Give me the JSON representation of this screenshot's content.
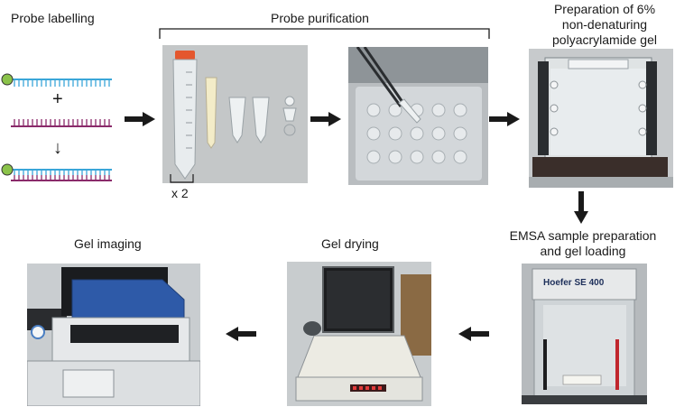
{
  "steps": {
    "probe_labelling": "Probe labelling",
    "probe_purification": "Probe purification",
    "gel_prep_line1": "Preparation of 6%",
    "gel_prep_line2": "non-denaturing",
    "gel_prep_line3": "polyacrylamide gel",
    "emsa_line1": "EMSA sample preparation",
    "emsa_line2": "and gel loading",
    "gel_drying": "Gel drying",
    "gel_imaging": "Gel imaging"
  },
  "probe": {
    "plus": "+",
    "down_arrow": "↓"
  },
  "purification": {
    "multiplier": "x 2"
  },
  "device": {
    "brand": "Hoefer SE 400"
  },
  "colors": {
    "probe_strand": "#3aa6d8",
    "complement_strand": "#8a2a6a",
    "label_dot": "#8bc34a",
    "tube_cap": "#e4572e",
    "arrow": "#1a1a1a"
  }
}
